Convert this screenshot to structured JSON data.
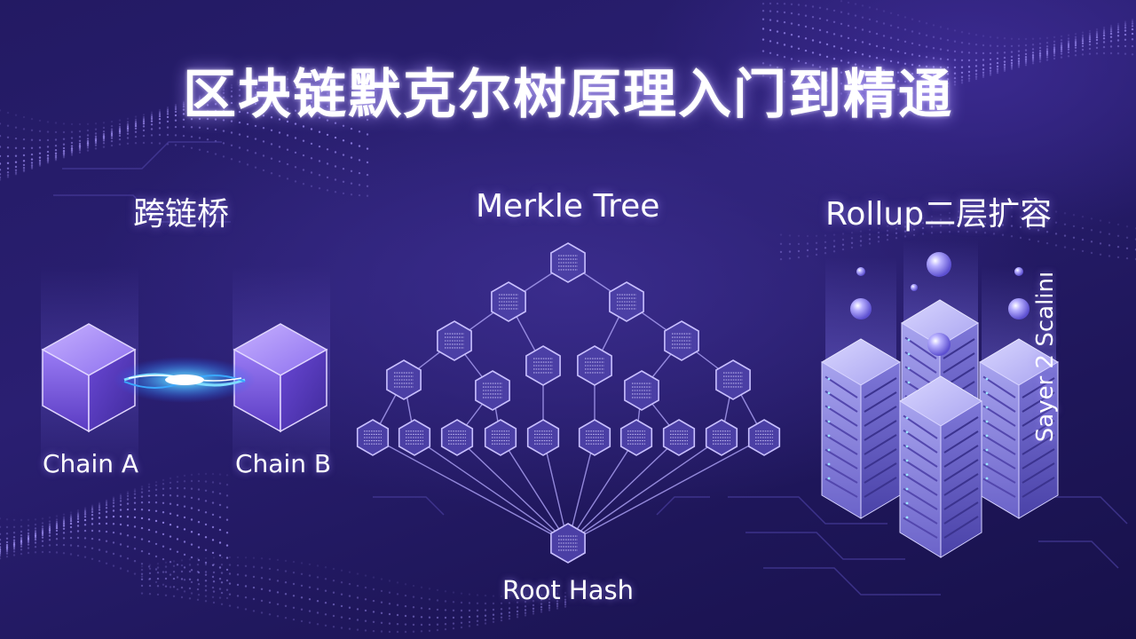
{
  "title": "区块链默克尔树原理入门到精通",
  "sections": {
    "bridge": {
      "title": "跨链桥",
      "chain_a": "Chain A",
      "chain_b": "Chain B"
    },
    "merkle": {
      "title": "Merkle Tree",
      "root_label": "Root Hash"
    },
    "rollup": {
      "title": "Rollup二层扩容",
      "side_label": "Sayer 2 Scalinı"
    }
  },
  "watermark": "",
  "colors": {
    "background": "#241a66",
    "cube": "#8b6cf0",
    "beam": "#3fb6ff",
    "hex_node": "#7f74c9",
    "server": "#9d9ae6"
  },
  "icons": {
    "chain_cube": "cube-icon",
    "merkle_node": "hexagon-icon",
    "rollup_orb": "bubble-icon",
    "rollup_server": "server-rack-icon"
  }
}
